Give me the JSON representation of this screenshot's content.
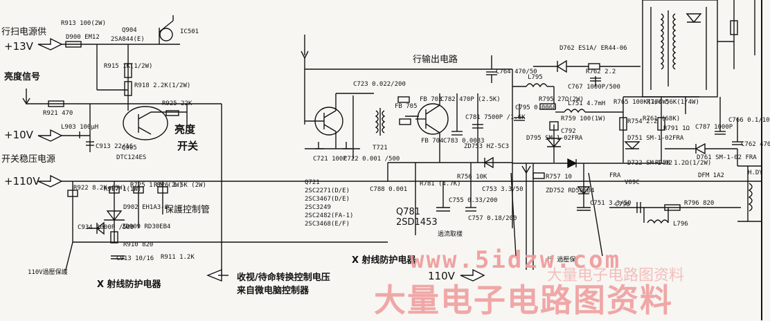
{
  "labels": {
    "rail_13v_title": "行扫电源供",
    "rail_13v": "+13V",
    "brightness_signal": "亮度信号",
    "rail_10v": "+10V",
    "switch_reg_title": "开关稳压电源",
    "rail_110v": "+110V",
    "brightness_switch_1": "亮度",
    "brightness_switch_2": "开关",
    "protect_tube": "保護控制管",
    "overvoltage_protect": "110V過壓保護",
    "xray_protect_left": "X 射线防护电器",
    "standby_ctrl_1": "收视/待命转换控制电压",
    "standby_ctrl_2": "来自微电脑控制器",
    "hout_circuit": "行输出电路",
    "xray_protect_mid": "X 射线防护电器",
    "sample_label": "過流取樣",
    "right_110v": "110V",
    "right_bottom_note": "行     過壓保"
  },
  "components": {
    "R913": "R913 100(2W)",
    "D900": "D900 EM12",
    "Q904": "Q904",
    "Q904_type": "2SA844(E)",
    "IC501": "IC501",
    "R915": "R915 1K(1/2W)",
    "R918": "R918 2.2K(1/2W)",
    "R921": "R921 470",
    "R925": "R925 22K",
    "L903": "L903 100μH",
    "C913": "C913 22/16",
    "Q905": "Q905",
    "Q905_type": "DTC124ES",
    "R922": "R922 8.2K (3W)",
    "R907": "R907 1(1W)",
    "R725": "R725 1.8K (2W)",
    "R726": "R726 1.5K (2W)",
    "D902": "D902 EH1A3-6",
    "C934": "C934 1000P /500",
    "ZD909": "ZD909 RD30EB4",
    "R910": "R910 820",
    "C913b": "C913 10/16",
    "R911": "R911 1.2K",
    "C723": "C723 0.022/200",
    "C721": "C721 100P",
    "C722": "C722 0.001 /500",
    "T721": "T721",
    "Q721_list": [
      "Q721",
      "2SC2271(D/E)",
      "2SC3467(D/E)",
      "2SC3249",
      "2SC2482(FA-1)",
      "2SC3468(E/F)"
    ],
    "C788": "C788 0.001",
    "FB703": "FB 703",
    "FB705": "FB 705",
    "FB704": "FB 704",
    "C782": "C782 470P (2.5K)",
    "C783": "C783 0.0033",
    "C781": "C781 7500P /1.6K",
    "R781": "R781 (4.7K)",
    "Q781": "Q781",
    "Q781_type": "2SD1453",
    "ZD753": "ZD753 HZ-5C3",
    "R756": "R756 10K",
    "C753": "C753 3.3/50",
    "C755": "C755 0.33/200",
    "C757": "C757 0.18/200",
    "C764": "C764 470/50",
    "L795": "L795",
    "C795": "C795 0.0068",
    "R795": "R795 27Ω(2W)",
    "L751": "L751 4.7mH",
    "R759": "R759 100(1W)",
    "C792": "C792",
    "D795": "D795 SM-1-02FRA",
    "D762": "D762 ES1A/ ER44-06",
    "R762": "R762 2.2",
    "C767": "C767 1000P/500",
    "R765": "R765 100K(1/4W)",
    "R766": "R766 56K(1/4W)",
    "R754": "R754 2.2",
    "R761": "R761 (68K)",
    "R791": "R791 1Ω",
    "D751": "D751 SM-1-02FRA",
    "D722": "D722 SM-1-02",
    "R758": "R758 1.2Ω(1/2W)",
    "R757": "R757 10",
    "ZD752": "ZD752 RD5OEB4",
    "D761": "D761 SM-1-02 FRA",
    "DFM": "DFM 1A2",
    "C766": "C766 0.1/100",
    "C787": "C787 1000P",
    "C762": "C762 470/25",
    "C751": "C751 3.3/50",
    "C796": "C796",
    "R796": "R796 820",
    "L796": "L796",
    "FRA": "FRA",
    "V09C": "V09C",
    "HDY": "H.DY"
  },
  "watermark": {
    "url": "www.5idzw.com",
    "cn": "大量电子电路图资料",
    "cn2": "大量电子电路图资料"
  }
}
